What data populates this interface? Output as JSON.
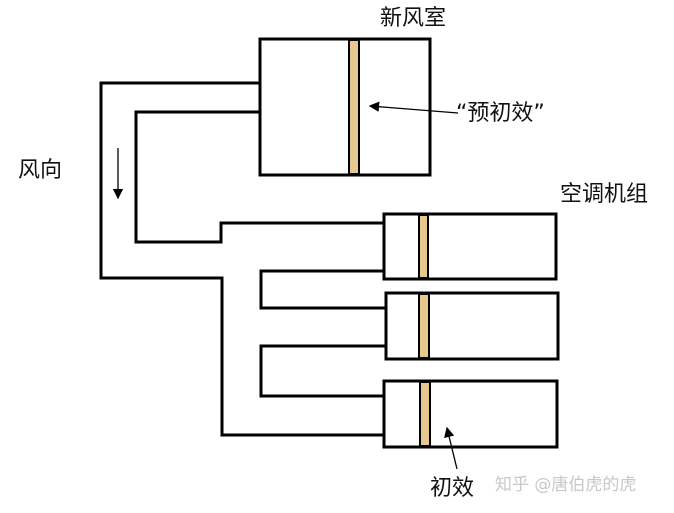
{
  "labels": {
    "fresh_air_room": "新风室",
    "wind_direction": "风向",
    "pre_filter": "“预初效”",
    "ahu": "空调机组",
    "primary_filter": "初效"
  },
  "watermark": "知乎 @唐伯虎的虎",
  "colors": {
    "line": "#000000",
    "filter": "#e6c98f",
    "watermark": "#c8c8c8"
  }
}
